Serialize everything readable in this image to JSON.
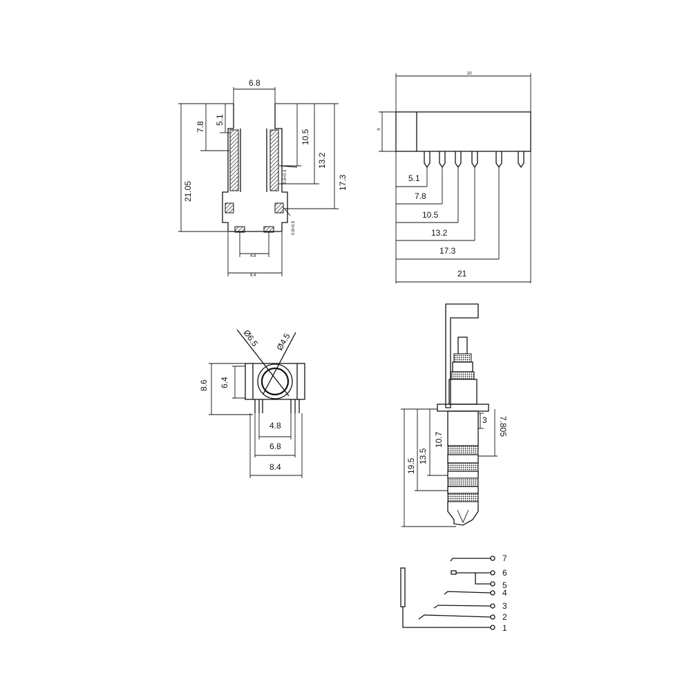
{
  "colors": {
    "line": "#111111",
    "background": "#ffffff",
    "hatch": "#111111"
  },
  "side_view": {
    "width": "6.8",
    "heights": [
      "5.1",
      "7.8",
      "10.5",
      "13.2",
      "17.3",
      "21.05"
    ],
    "pin_spacing": "4.8",
    "base_width": "6.4",
    "lead_note_1": "0.8×0.3",
    "lead_note_2": "0.8×0.5"
  },
  "top_view": {
    "overall_length": "20",
    "height": "4",
    "pin_dims": [
      "5.1",
      "7.8",
      "10.5",
      "13.2",
      "17.3",
      "21"
    ]
  },
  "front_view": {
    "outer_dia": "Ø6.5",
    "inner_dia": "Ø4.5",
    "height_outer": "8.6",
    "height_inner": "6.4",
    "widths": [
      "4.8",
      "6.8",
      "8.4"
    ]
  },
  "plug_view": {
    "dims": [
      "3",
      "7.805",
      "10.7",
      "13.5",
      "19.5"
    ]
  },
  "schematic": {
    "pins": [
      "7",
      "6",
      "5",
      "4",
      "3",
      "2",
      "1"
    ]
  }
}
